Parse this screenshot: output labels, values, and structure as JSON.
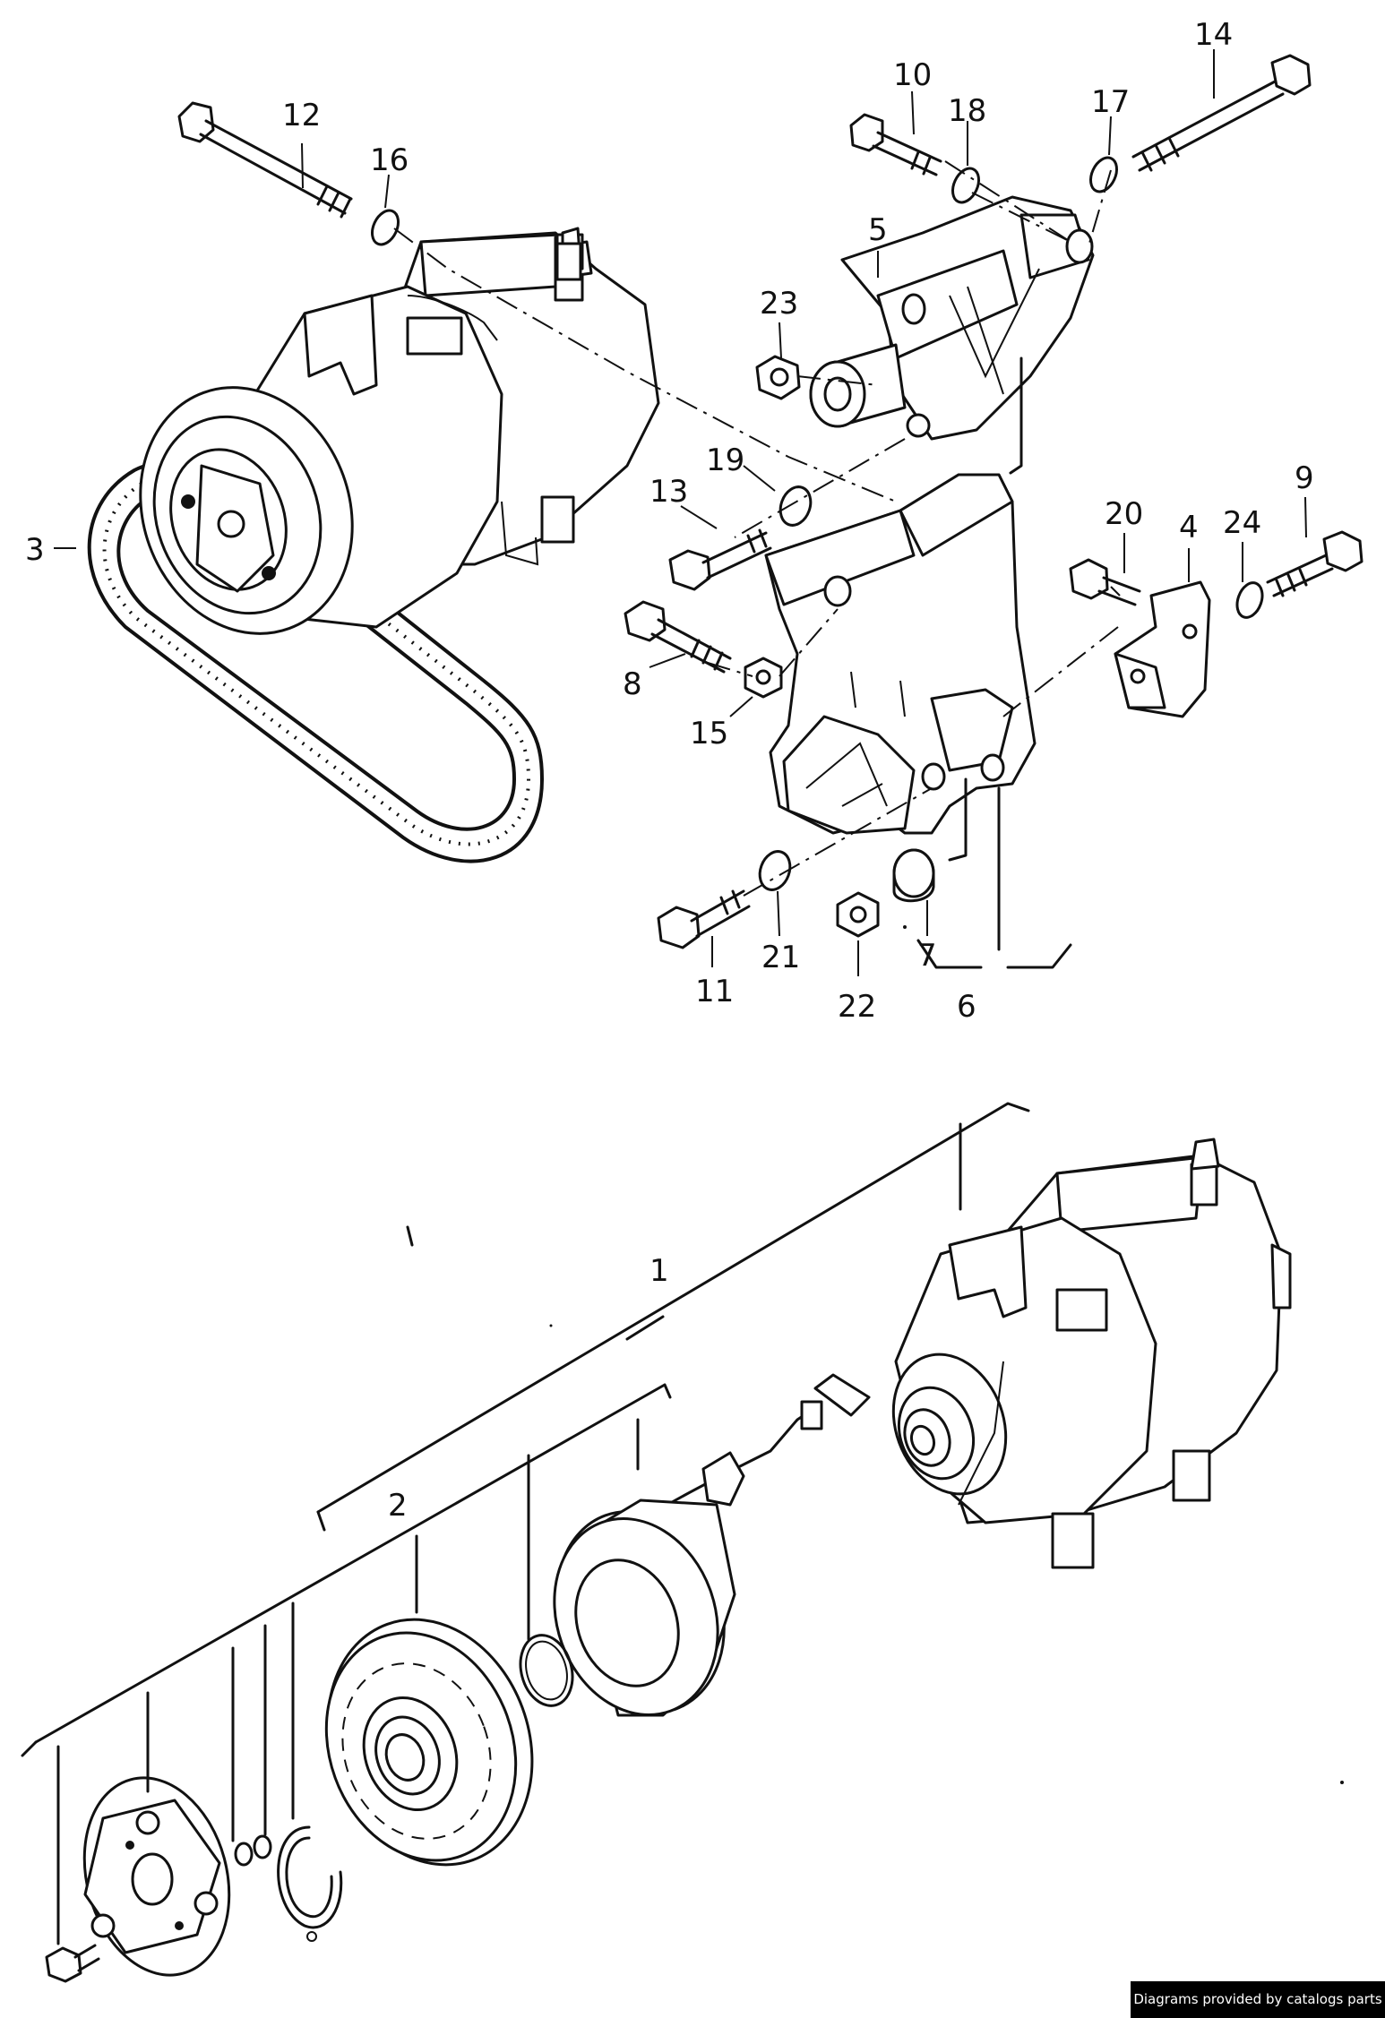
{
  "callouts": [
    {
      "id": "c1",
      "text": "1"
    },
    {
      "id": "c2",
      "text": "2"
    },
    {
      "id": "c3",
      "text": "3"
    },
    {
      "id": "c4",
      "text": "4"
    },
    {
      "id": "c5",
      "text": "5"
    },
    {
      "id": "c6",
      "text": "6"
    },
    {
      "id": "c7",
      "text": "7"
    },
    {
      "id": "c8",
      "text": "8"
    },
    {
      "id": "c9",
      "text": "9"
    },
    {
      "id": "c10",
      "text": "10"
    },
    {
      "id": "c11",
      "text": "11"
    },
    {
      "id": "c12",
      "text": "12"
    },
    {
      "id": "c13",
      "text": "13"
    },
    {
      "id": "c14",
      "text": "14"
    },
    {
      "id": "c15",
      "text": "15"
    },
    {
      "id": "c16",
      "text": "16"
    },
    {
      "id": "c17",
      "text": "17"
    },
    {
      "id": "c18",
      "text": "18"
    },
    {
      "id": "c19",
      "text": "19"
    },
    {
      "id": "c20",
      "text": "20"
    },
    {
      "id": "c21",
      "text": "21"
    },
    {
      "id": "c22",
      "text": "22"
    },
    {
      "id": "c23",
      "text": "23"
    },
    {
      "id": "c24",
      "text": "24"
    }
  ],
  "credit": "Diagrams provided by catalogs parts"
}
